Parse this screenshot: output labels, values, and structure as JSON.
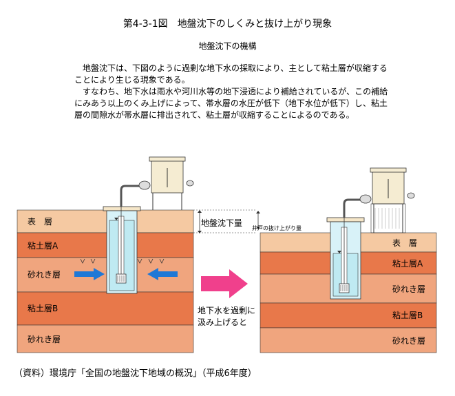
{
  "figure": {
    "title": "第4-3-1図　地盤沈下のしくみと抜け上がり現象",
    "subtitle": "地盤沈下の機構"
  },
  "description": {
    "paragraph1": "地盤沈下は、下図のように過剰な地下水の採取により、主として粘土層が収縮することにより生じる現象である。",
    "paragraph2": "すなわち、地下水は雨水や河川水等の地下浸透により補給されているが、この補給にみあう以上のくみ上げによって、帯水層の水圧が低下（地下水位が低下）し、粘土層の間隙水が帯水層に排出されて、粘土層が収縮することによるのである。"
  },
  "left_diagram": {
    "layers": [
      "表　層",
      "粘土層A",
      "砂れき層",
      "粘土層B",
      "砂れき層"
    ]
  },
  "right_diagram": {
    "layers": [
      "表　層",
      "粘土層A",
      "砂れき層",
      "粘土層B",
      "砂れき層"
    ]
  },
  "annotations": {
    "subsidence": "地盤沈下量",
    "well_rise": "井戸の抜け上がり量",
    "pumping_line1": "地下水を過剰に",
    "pumping_line2": "汲み上げると"
  },
  "source": "（資料）環境庁「全国の地盤沈下地域の概況」（平成6年度）",
  "colors": {
    "surface": "#f5c9a2",
    "clay": "#e8784a",
    "gravel": "#f0a57e",
    "water": "#bfeaf2",
    "arrow_blue": "#1f78d6",
    "arrow_pink": "#f0408c"
  }
}
